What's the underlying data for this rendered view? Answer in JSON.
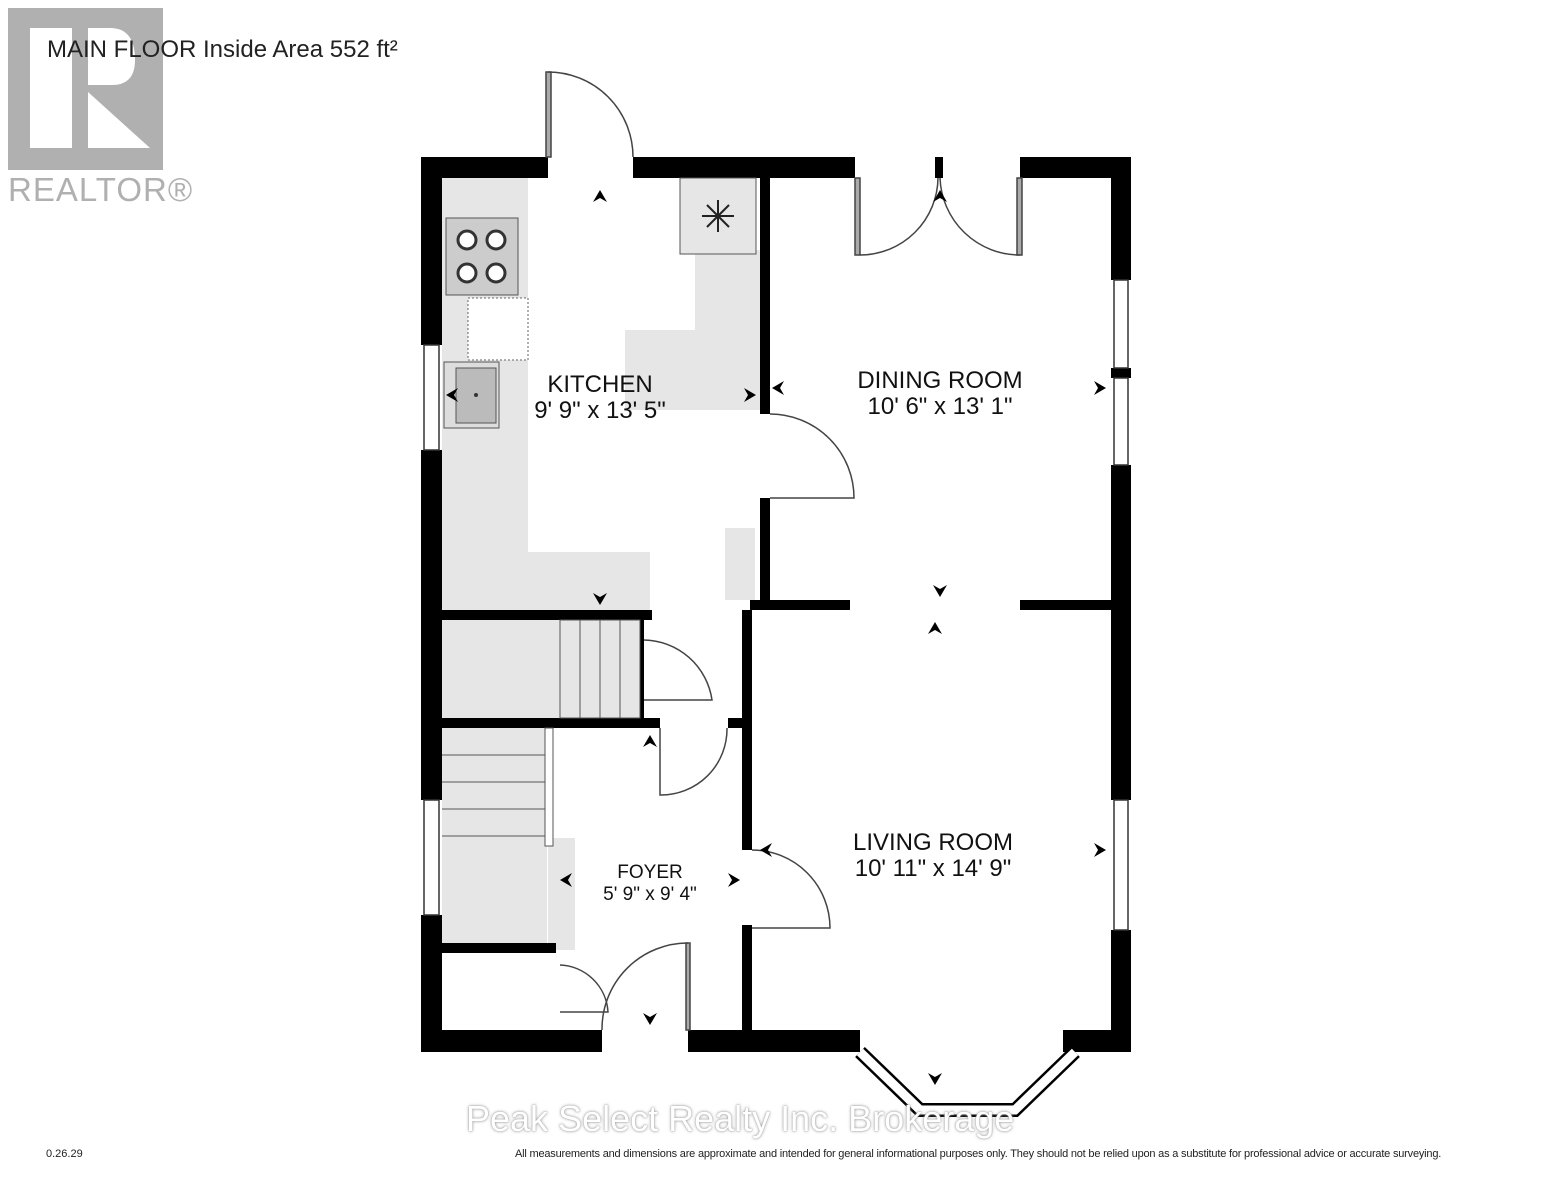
{
  "header": {
    "title": "MAIN FLOOR Inside Area 552 ft²"
  },
  "logo": {
    "text": "REALTOR®"
  },
  "rooms": [
    {
      "name": "KITCHEN",
      "dims": "9' 9\" x 13' 5\""
    },
    {
      "name": "DINING ROOM",
      "dims": "10' 6\" x 13' 1\""
    },
    {
      "name": "LIVING ROOM",
      "dims": "10' 11\" x 14' 9\""
    },
    {
      "name": "FOYER",
      "dims": "5' 9\" x 9' 4\""
    }
  ],
  "footer": {
    "version": "0.26.29",
    "disclaimer": "All measurements and dimensions are approximate and intended for general informational purposes only. They should not be relied upon as a substitute for professional advice or accurate surveying.",
    "watermark": "Peak Select Realty Inc. Brokerage"
  },
  "colors": {
    "wall": "#000000",
    "fixture_fill": "#e6e6e6",
    "logo": "#b0b0b0"
  }
}
